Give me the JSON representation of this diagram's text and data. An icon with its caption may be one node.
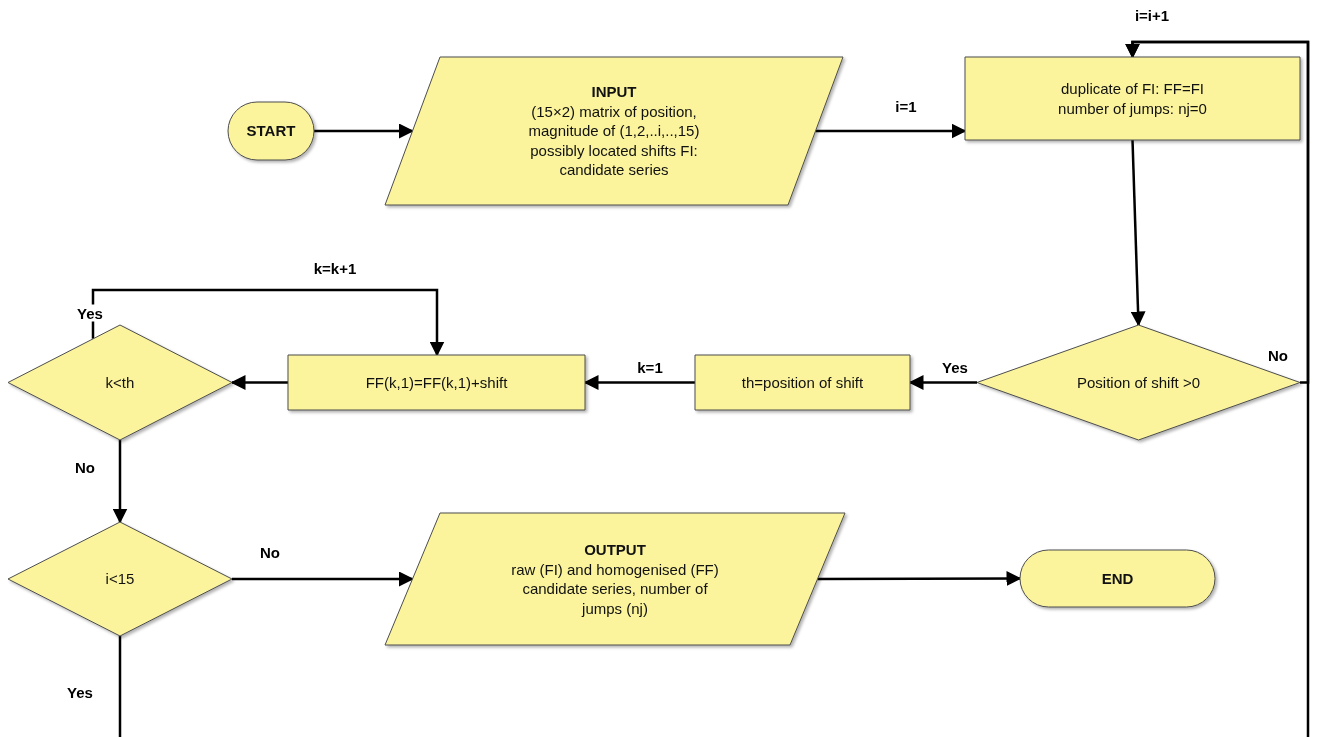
{
  "diagram": {
    "nodes": [
      {
        "text": [
          "START"
        ]
      },
      {
        "text": [
          "INPUT",
          "(15×2) matrix of position, magnitude of (1,2,..i,..,15) possibly located shifts FI: candidate series"
        ]
      },
      {
        "text": [
          "duplicate of FI: FF=FI",
          "number of jumps: nj=0"
        ]
      },
      {
        "text": [
          "Position of shift >0"
        ]
      },
      {
        "text": [
          "th=position of shift"
        ]
      },
      {
        "text": [
          "FF(k,1)=FF(k,1)+shift"
        ]
      },
      {
        "text": [
          "k<th"
        ]
      },
      {
        "text": [
          "i<15"
        ]
      },
      {
        "text": [
          "OUTPUT",
          "raw (FI) and homogenised (FF) candidate series, number of jumps (nj)"
        ]
      },
      {
        "text": [
          "END"
        ]
      }
    ],
    "edges": [
      {
        "from": 0,
        "to": 1,
        "arrow": "to"
      },
      {
        "from": 1,
        "to": 2,
        "arrow": "to",
        "label": "i=1"
      },
      {
        "from": 2,
        "to": 3,
        "arrow": "to"
      },
      {
        "from": 3,
        "to": 4,
        "arrow": "to",
        "label": "Yes"
      },
      {
        "from": 4,
        "to": 5,
        "arrow": "to",
        "label": "k=1"
      },
      {
        "from": 5,
        "to": 6,
        "arrow": "to"
      },
      {
        "from": 6,
        "to": 5,
        "arrow": "to",
        "label": "Yes"
      },
      {
        "from": 6,
        "to": 7,
        "arrow": "to",
        "label": "No"
      },
      {
        "from": 7,
        "to": 8,
        "arrow": "to",
        "label": "No"
      },
      {
        "from": 8,
        "to": 9,
        "arrow": "to"
      },
      {
        "from": 3,
        "to": 2,
        "arrow": "to",
        "label": "No"
      },
      {
        "from": 7,
        "to": null,
        "arrow": "none",
        "label": "Yes"
      },
      {
        "from": null,
        "to": 2,
        "arrow": "to"
      }
    ],
    "labels": [
      "k=k+1",
      "i=i+1"
    ]
  }
}
